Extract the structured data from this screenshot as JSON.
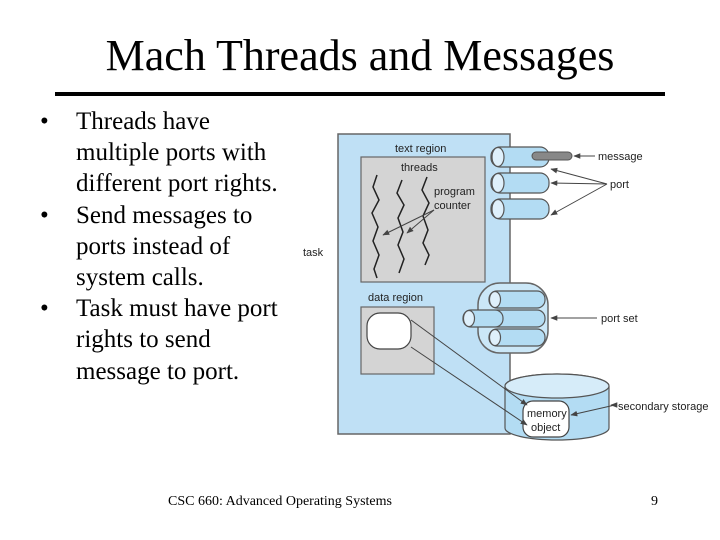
{
  "slide": {
    "title": "Mach Threads and Messages",
    "bullets": [
      "Threads have multiple ports with different port rights.",
      "Send messages to ports instead of system calls.",
      "Task must have port rights to send message to port."
    ],
    "footer": {
      "course": "CSC 660: Advanced Operating Systems",
      "page": "9"
    }
  },
  "diagram": {
    "labels": {
      "text_region": "text region",
      "threads": "threads",
      "program_counter_line1": "program",
      "program_counter_line2": "counter",
      "task": "task",
      "data_region": "data region",
      "message": "message",
      "port": "port",
      "port_set": "port set",
      "secondary_storage": "secondary storage",
      "memory_object_line1": "memory",
      "memory_object_line2": "object"
    },
    "colors": {
      "task_fill": "#bfe0f5",
      "region_fill": "#d4d4d4",
      "port_fill": "#b3dcf3",
      "port_set_fill": "#cbe7f7",
      "outline": "#666666"
    }
  }
}
